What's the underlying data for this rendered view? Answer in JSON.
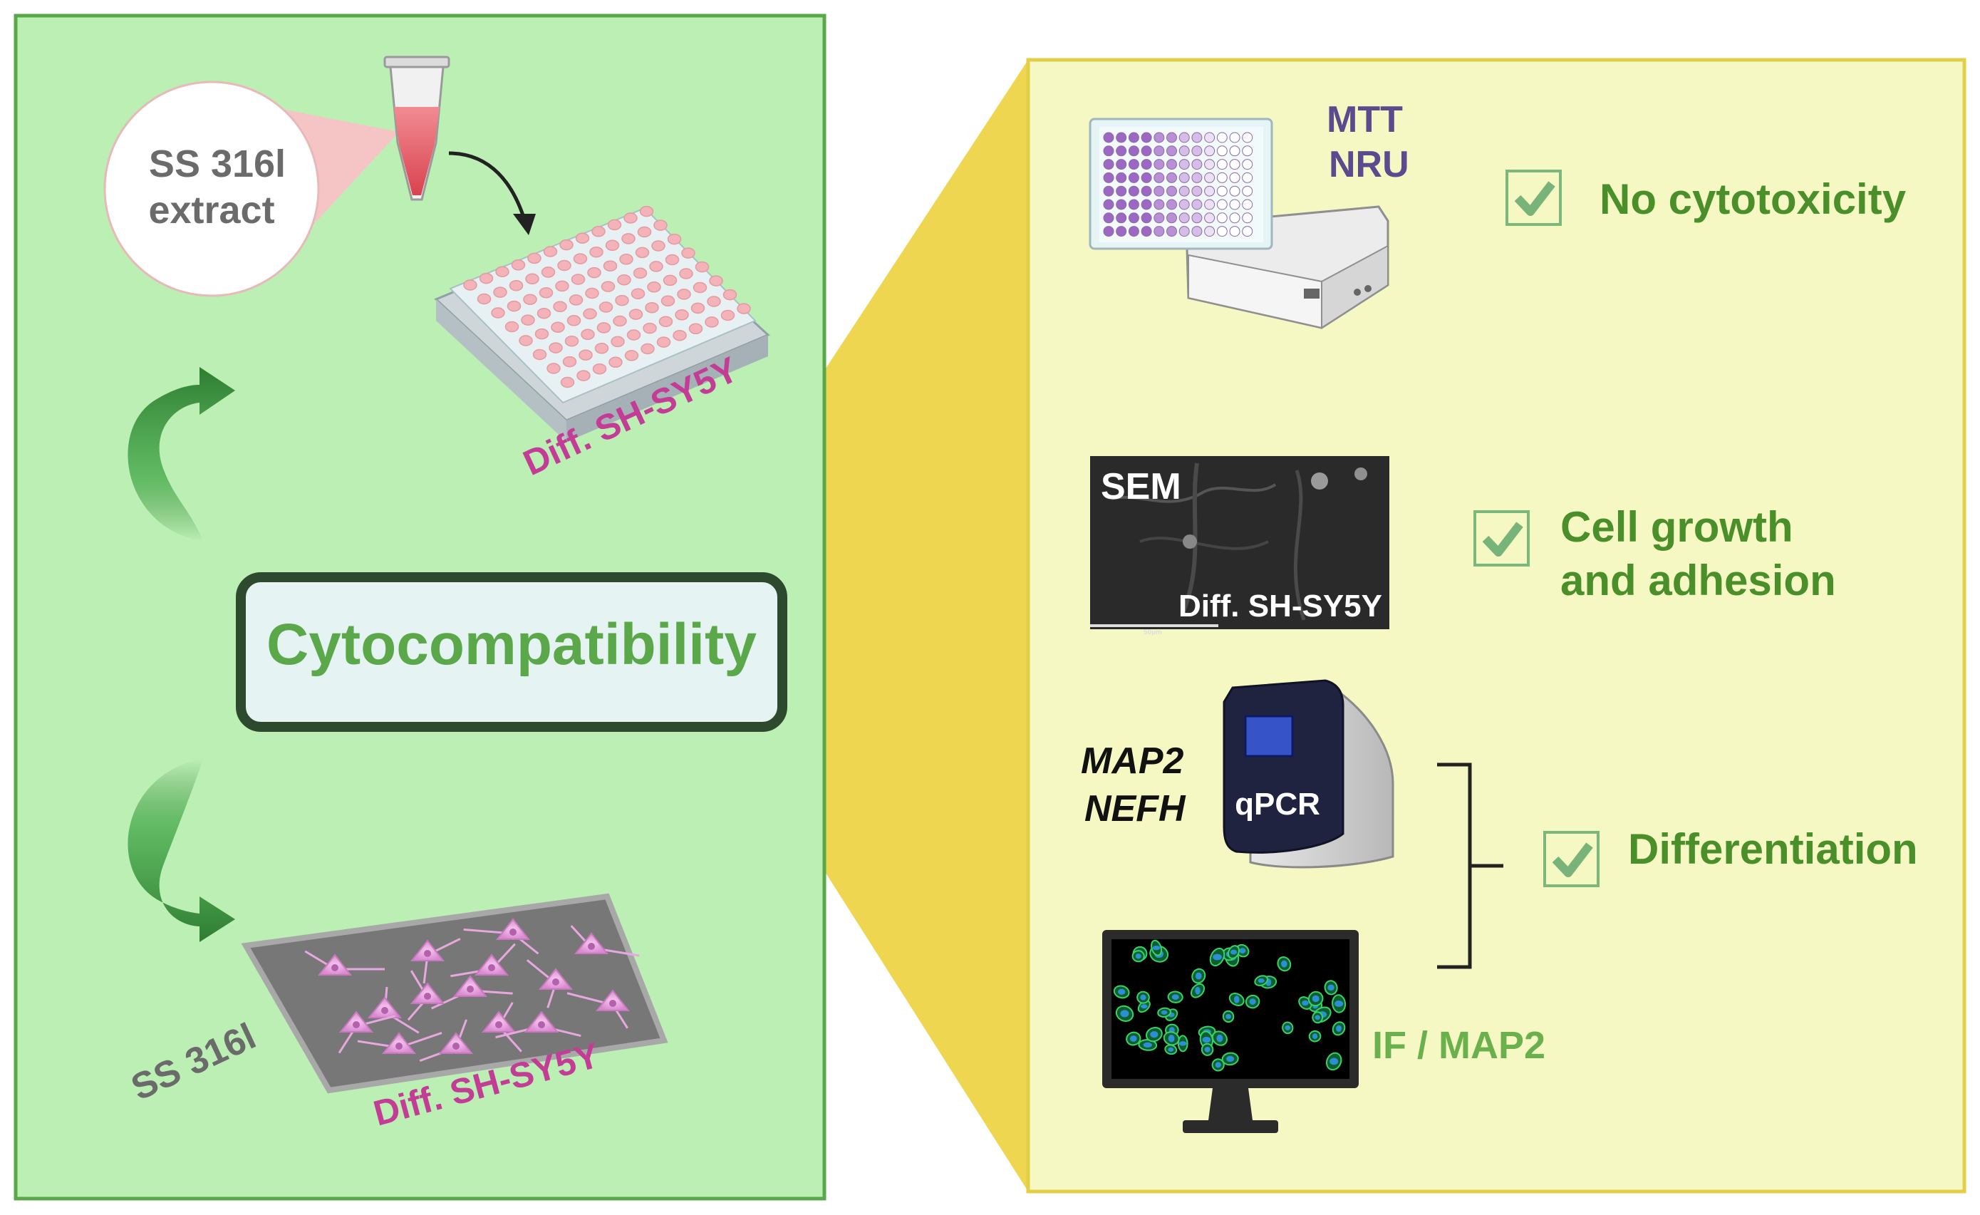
{
  "left_panel": {
    "extract_label_line1": "SS 316l",
    "extract_label_line2": "extract",
    "plate_label": "Diff. SH-SY5Y",
    "center_label": "Cytocompatibility",
    "substrate_label": "SS 316l",
    "substrate_cells_label": "Diff. SH-SY5Y"
  },
  "right_panel": {
    "assay1": {
      "line1": "MTT",
      "line2": "NRU"
    },
    "result1": "No cytotoxicity",
    "sem": {
      "title": "SEM",
      "caption": "Diff.  SH-SY5Y",
      "scalebar": "50µm"
    },
    "result2_line1": "Cell growth",
    "result2_line2": "and adhesion",
    "genes": {
      "line1": "MAP2",
      "line2": "NEFH"
    },
    "qpcr_label": "qPCR",
    "result3": "Differentiation",
    "if_label": "IF / MAP2"
  },
  "colors": {
    "left_bg": "#bcefb4",
    "left_border": "#5aa84a",
    "right_bg": "#f6f8c4",
    "right_border": "#e3cf45",
    "connector": "#efd651",
    "green_text": "#4a8f2a",
    "magenta_text": "#c33c96",
    "purple_text": "#5b4a8e",
    "gray_text": "#6b6b6b",
    "center_box_fill": "#e6f3f3",
    "center_box_border": "#2e4a2e",
    "center_text": "#5ba84a"
  },
  "icons": [
    "microtube-icon",
    "well-plate-icon",
    "curved-arrow-icon",
    "plate-reader-icon",
    "checkbox-check-icon",
    "qpcr-machine-icon",
    "monitor-icon",
    "bracket-icon",
    "neuron-cell-icon"
  ]
}
